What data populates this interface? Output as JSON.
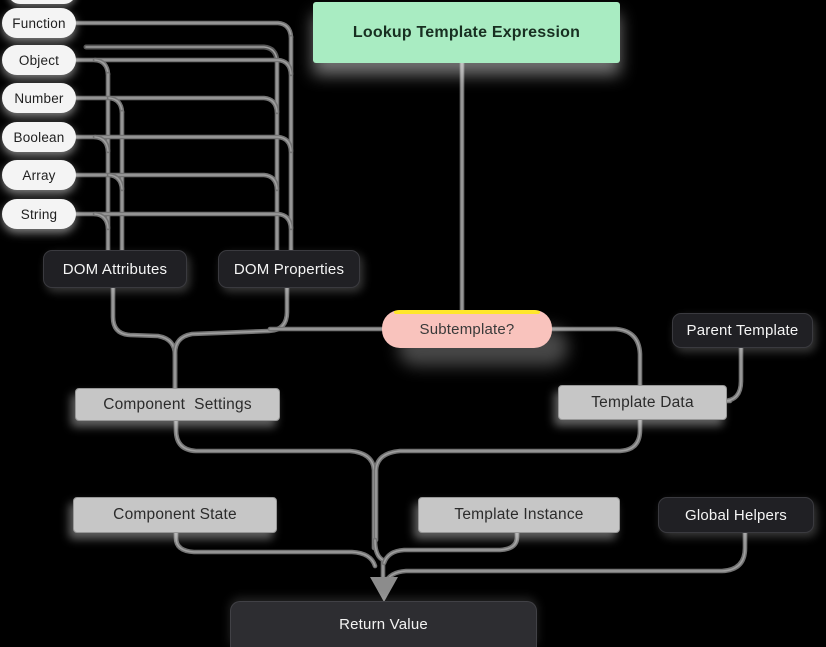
{
  "diagram": {
    "value_type_pills": [
      "Function",
      "Object",
      "Number",
      "Boolean",
      "Array",
      "String"
    ],
    "nodes": {
      "lookup_template_expression": "Lookup Template Expression",
      "dom_attributes": "DOM Attributes",
      "dom_properties": "DOM Properties",
      "subtemplate": "Subtemplate?",
      "parent_template": "Parent Template",
      "component_settings": "Component  Settings",
      "template_data": "Template Data",
      "component_state": "Component State",
      "template_instance": "Template Instance",
      "global_helpers": "Global Helpers",
      "return_value": "Return Value"
    },
    "colors": {
      "start_node_green": "#a9ecc2",
      "decision_node_pink": "#f9c3bd",
      "decision_accent_yellow": "#ffe72b",
      "data_node_gray": "#c6c6c6",
      "dark_node": "#202024",
      "pill_background": "#f4f4f4",
      "connector_gray": "#757575",
      "background": "#000000"
    }
  }
}
